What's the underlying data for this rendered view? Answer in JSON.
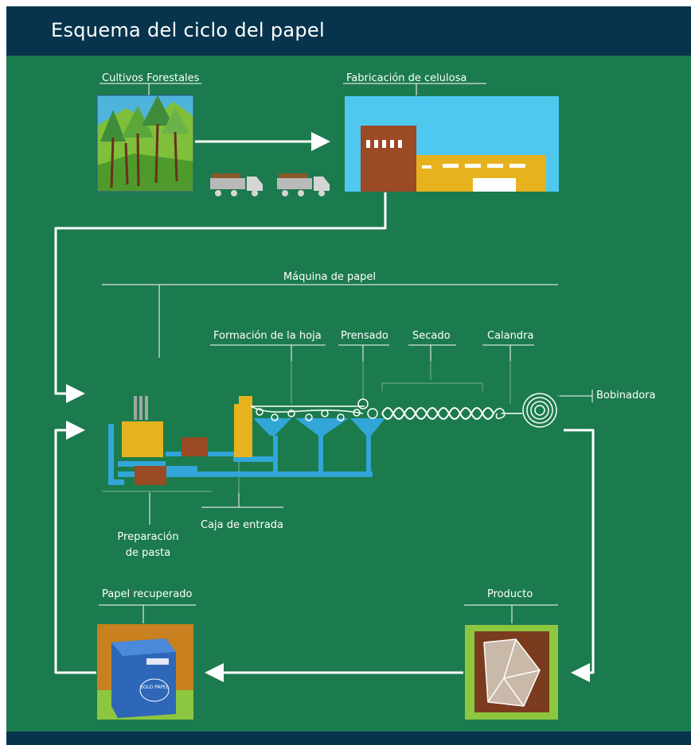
{
  "title": "Esquema del ciclo del papel",
  "stages": {
    "forest": "Cultivos Forestales",
    "pulp_factory": "Fabricación de celulosa",
    "paper_machine": "Máquina de papel",
    "sheet_forming": "Formación de la hoja",
    "pressing": "Prensado",
    "drying": "Secado",
    "calender": "Calandra",
    "winder": "Bobinadora",
    "headbox": "Caja de entrada",
    "pulp_prep_line1": "Preparación",
    "pulp_prep_line2": "de pasta",
    "recovered_paper": "Papel recuperado",
    "product": "Producto"
  },
  "bin_text": "SOLO PAPEL",
  "colors": {
    "background": "#1c7a4f",
    "header": "#07344c",
    "machine": "#32a6d8",
    "yellow": "#e6b21e",
    "brown": "#9a4a24",
    "sky": "#4fc8ef",
    "arrows": "#ffffff"
  }
}
